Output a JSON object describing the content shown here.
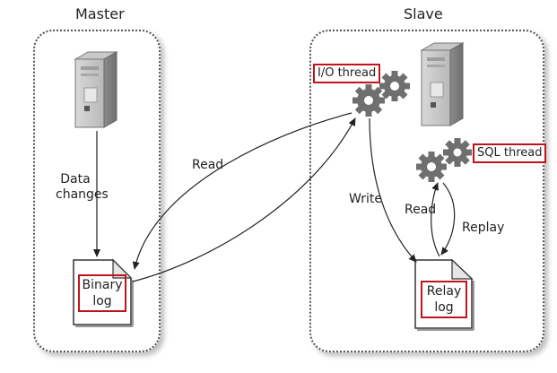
{
  "master": {
    "title": "Master",
    "data_changes_line1": "Data",
    "data_changes_line2": "changes",
    "binary_log_line1": "Binary",
    "binary_log_line2": "log"
  },
  "slave": {
    "title": "Slave",
    "io_thread": "I/O thread",
    "sql_thread": "SQL thread",
    "write": "Write",
    "read": "Read",
    "replay": "Replay",
    "relay_log_line1": "Relay",
    "relay_log_line2": "log"
  },
  "links": {
    "read": "Read"
  },
  "colors": {
    "highlight_border": "#c0141c",
    "server_gray": "#9a9a9a",
    "gear_gray": "#6f6f6f"
  }
}
